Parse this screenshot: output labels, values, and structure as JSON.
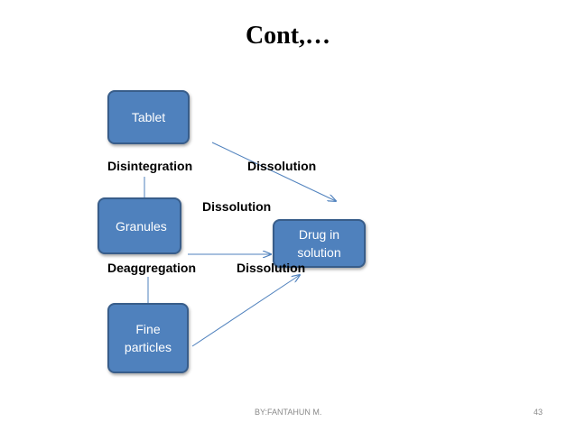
{
  "title": "Cont,…",
  "boxes": {
    "tablet": "Tablet",
    "granules": "Granules",
    "drug_line1": "Drug in",
    "drug_line2": "solution",
    "fine_line1": "Fine",
    "fine_line2": "particles"
  },
  "labels": {
    "disintegration": "Disintegration",
    "dissolution_top": "Dissolution",
    "dissolution_mid": "Dissolution",
    "deaggregation": "Deaggregation",
    "dissolution_bottom": "Dissolution"
  },
  "footer": {
    "author": "BY:FANTAHUN M.",
    "page_number": "43"
  },
  "colors": {
    "box_fill": "#4f81bd",
    "box_border": "#385d8a",
    "connector": "#4f81bd"
  }
}
